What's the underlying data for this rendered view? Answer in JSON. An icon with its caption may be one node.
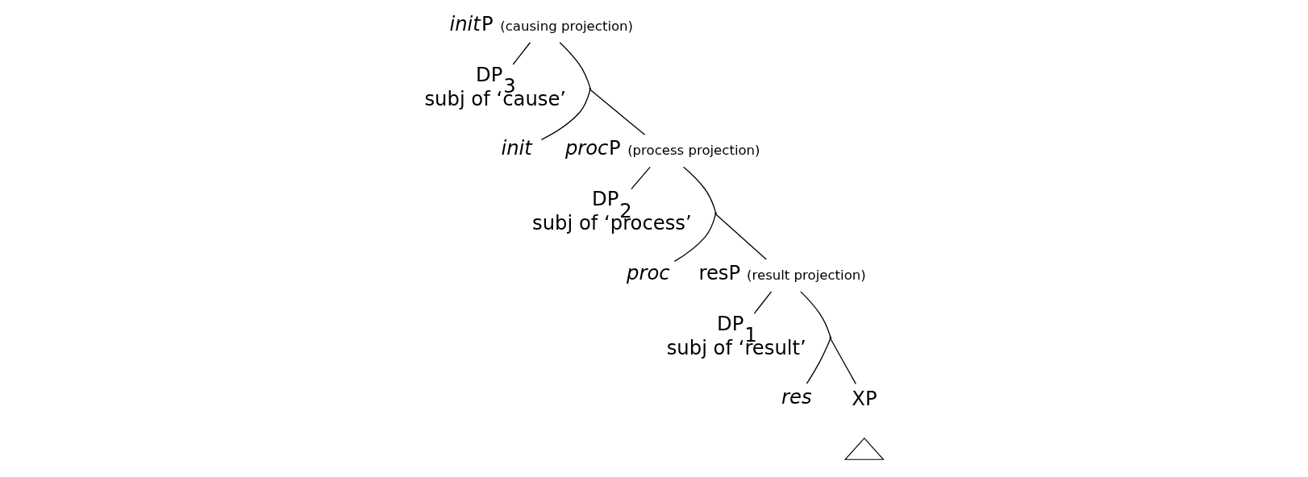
{
  "diagram": {
    "nodes": [
      {
        "text": [
          "initP"
        ],
        "beside": [
          "(causing projection)"
        ]
      },
      {
        "text": [
          "DP$_{3}$",
          "subj of ‘cause’"
        ]
      },
      {
        "text": [],
        "shape": "point"
      },
      {
        "text": [
          "init"
        ]
      },
      {
        "text": [
          "procP"
        ],
        "beside": [
          "(process projection)"
        ]
      },
      {
        "text": [
          "DP$_{2}$",
          "subj of ‘process’"
        ]
      },
      {
        "text": [],
        "shape": "point"
      },
      {
        "text": [
          "proc"
        ]
      },
      {
        "text": [
          "resP"
        ],
        "beside": [
          "(result projection)"
        ]
      },
      {
        "text": [
          "DP$_{1}$",
          "subj of ‘result’"
        ]
      },
      {
        "text": [],
        "shape": "point"
      },
      {
        "text": [
          "res"
        ]
      },
      {
        "text": [
          "XP"
        ]
      },
      {
        "text": [],
        "shape": "triangle"
      }
    ],
    "edges": [
      {
        "from": 0,
        "to": 1,
        "arrow": "none"
      },
      {
        "from": 0,
        "to": 2,
        "arrow": "none"
      },
      {
        "from": 2,
        "to": 3,
        "arrow": "none"
      },
      {
        "from": 2,
        "to": 4,
        "arrow": "none"
      },
      {
        "from": 4,
        "to": 5,
        "arrow": "none"
      },
      {
        "from": 4,
        "to": 6,
        "arrow": "none"
      },
      {
        "from": 6,
        "to": 7,
        "arrow": "none"
      },
      {
        "from": 6,
        "to": 8,
        "arrow": "none"
      },
      {
        "from": 8,
        "to": 9,
        "arrow": "none"
      },
      {
        "from": 8,
        "to": 10,
        "arrow": "none"
      },
      {
        "from": 10,
        "to": 11,
        "arrow": "none"
      },
      {
        "from": 10,
        "to": 12,
        "arrow": "none"
      }
    ]
  }
}
